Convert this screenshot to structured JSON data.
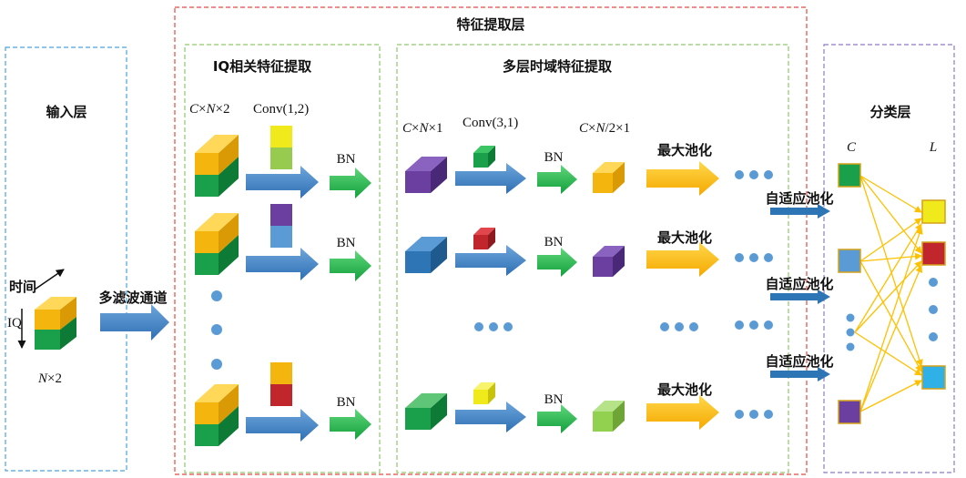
{
  "sections": {
    "input": "输入层",
    "feature": "特征提取层",
    "iq_sub": "IQ相关特征提取",
    "multi_sub": "多层时域特征提取",
    "classify": "分类层"
  },
  "input_block": {
    "axis_time": "时间",
    "axis_iq": "IQ",
    "dims_var": "N",
    "dims_rest": "×2",
    "arrow_label": "多滤波通道"
  },
  "iq_block": {
    "dims_c": "C",
    "dims_x1": "×",
    "dims_n": "N",
    "dims_x2": "×2",
    "conv": "Conv(1,2)",
    "bn": "BN"
  },
  "multi_block": {
    "dims1_c": "C",
    "dims1_x": "×",
    "dims1_n": "N",
    "dims1_rest": "×1",
    "conv": "Conv(3,1)",
    "dims2_c": "C",
    "dims2_x": "×",
    "dims2_n": "N",
    "dims2_rest": "/2×1",
    "bn": "BN",
    "pool": "最大池化"
  },
  "adaptive_pool": "自适应池化",
  "classify_block": {
    "c_label": "C",
    "l_label": "L"
  },
  "colors": {
    "feature_border": "#e8483d",
    "input_border": "#4aa3df",
    "sub_border": "#8fc96a",
    "classify_border": "#8e7cc3",
    "blue_arrow": "#4a86c8",
    "green_arrow": "#22b14c",
    "yellow_arrow": "#ffc000",
    "dots": "#4a86c8",
    "conn_lines": "#ffc000"
  }
}
